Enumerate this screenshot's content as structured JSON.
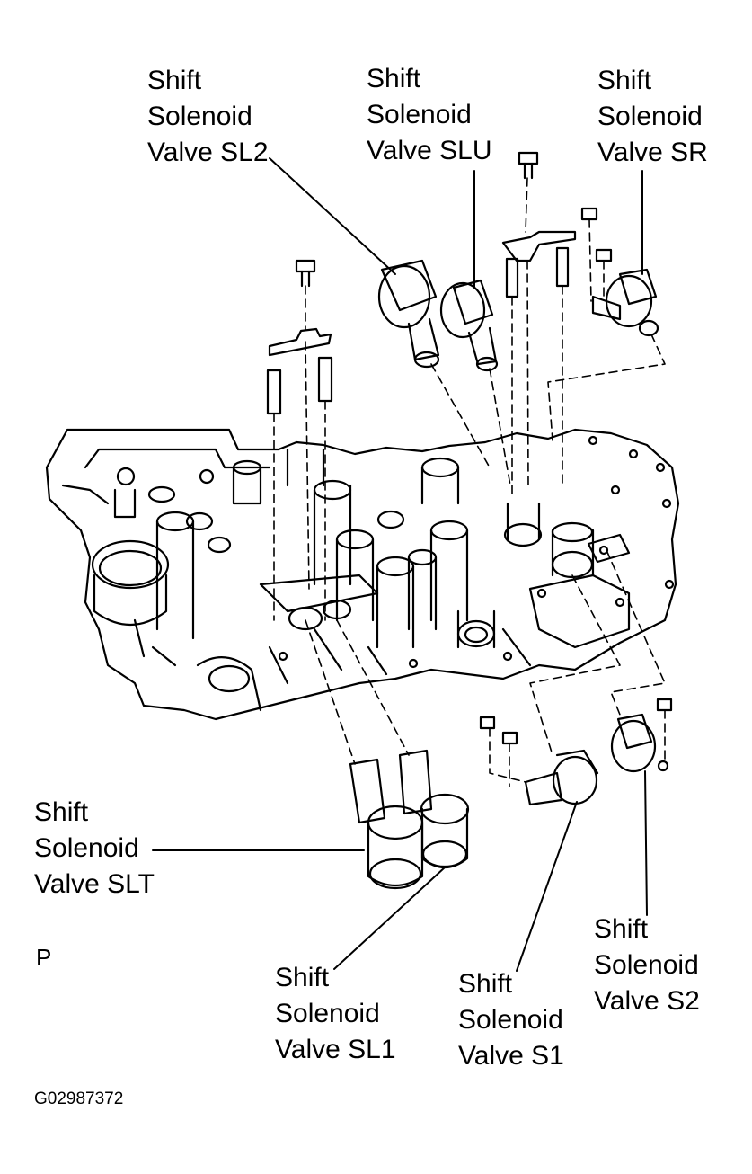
{
  "labels": {
    "sl2": {
      "line1": "Shift",
      "line2": "Solenoid",
      "line3": "Valve SL2"
    },
    "slu": {
      "line1": "Shift",
      "line2": "Solenoid",
      "line3": "Valve SLU"
    },
    "sr": {
      "line1": "Shift",
      "line2": "Solenoid",
      "line3": "Valve SR"
    },
    "slt": {
      "line1": "Shift",
      "line2": "Solenoid",
      "line3": "Valve SLT"
    },
    "sl1": {
      "line1": "Shift",
      "line2": "Solenoid",
      "line3": "Valve SL1"
    },
    "s1": {
      "line1": "Shift",
      "line2": "Solenoid",
      "line3": "Valve S1"
    },
    "s2": {
      "line1": "Shift",
      "line2": "Solenoid",
      "line3": "Valve S2"
    }
  },
  "marker": "P",
  "figure_code": "G02987372"
}
